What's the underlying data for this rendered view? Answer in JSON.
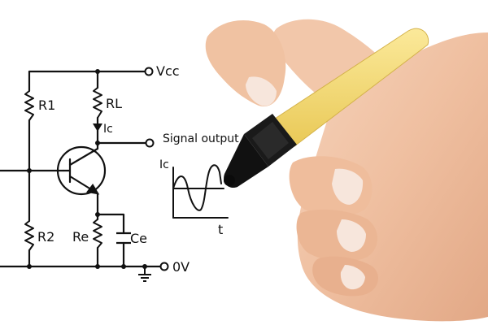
{
  "labels": {
    "vcc": "Vcc",
    "r1": "R1",
    "rl": "RL",
    "ic_arrow": "Ic",
    "signal_output": "Signal output",
    "graph_ic": "Ic",
    "r2": "R2",
    "re": "Re",
    "ce": "Ce",
    "graph_t": "t",
    "zero_v": "0V"
  },
  "colors": {
    "ink": "#111111",
    "marker_body": "#f3dc7a",
    "marker_cap": "#1a1a1a",
    "skin": "#f2c6a8",
    "nail": "#f7e6dc"
  },
  "icons": {
    "ground": "ground-icon",
    "marker": "marker-pen-icon",
    "hand": "hand-icon"
  }
}
